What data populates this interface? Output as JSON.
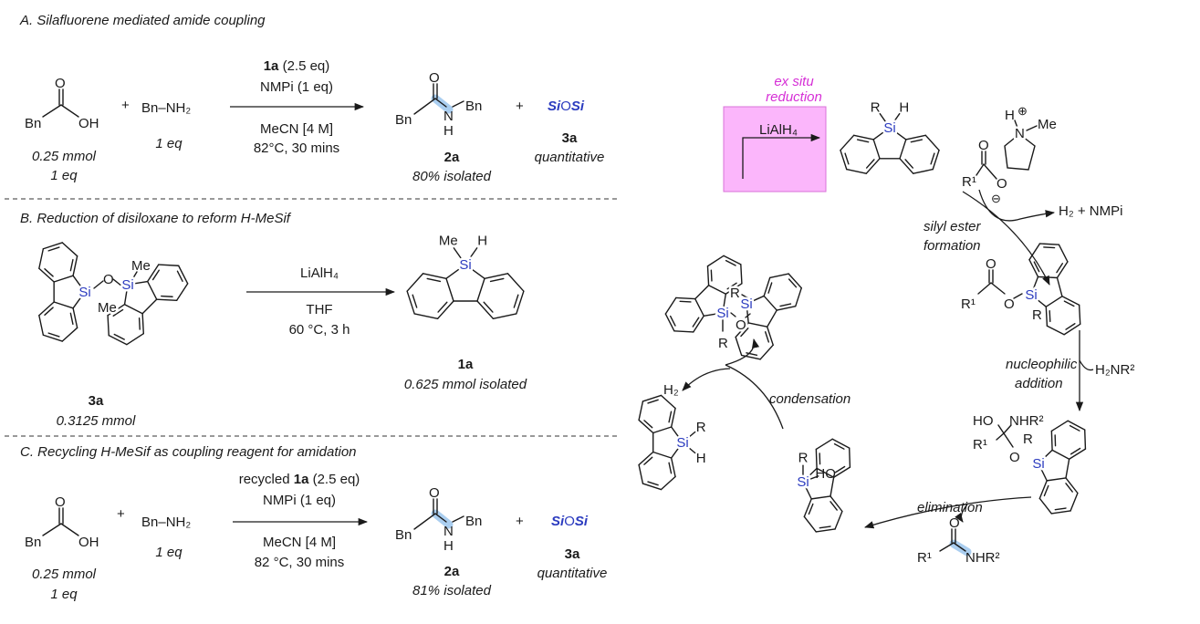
{
  "panel_a": {
    "title": "A. Silafluorene mediated amide coupling",
    "acid": {
      "o": "O",
      "bn": "Bn",
      "oh": "OH",
      "amount": "0.25 mmol",
      "eq": "1 eq"
    },
    "plus1": "+",
    "amine": "Bn–NH₂",
    "amine_eq": "1 eq",
    "conditions": {
      "reagent": "1a",
      "reagent_eq": " (2.5 eq)",
      "base": "NMPi (1 eq)",
      "solvent": "MeCN [4 M]",
      "temp": "82°C, 30 mins"
    },
    "product": {
      "o": "O",
      "bn1": "Bn",
      "n": "N",
      "h": "H",
      "bn2": "Bn",
      "id": "2a",
      "yield": "80% isolated"
    },
    "plus2": "+",
    "byproduct": {
      "si1": "Si",
      "o": "O",
      "si2": "Si",
      "id": "3a",
      "yield": "quantitative"
    }
  },
  "panel_b": {
    "title": "B. Reduction of disiloxane to reform H-MeSif",
    "start": {
      "si1": "Si",
      "o": "O",
      "si2": "Si",
      "me1": "Me",
      "me2": "Me",
      "id": "3a",
      "amount": "0.3125 mmol"
    },
    "conditions": {
      "reagent": "LiAlH₄",
      "solvent": "THF",
      "temp": "60 °C, 3 h"
    },
    "product": {
      "si": "Si",
      "me": "Me",
      "h": "H",
      "id": "1a",
      "amount": "0.625 mmol isolated"
    }
  },
  "panel_c": {
    "title": "C. Recycling H-MeSif as coupling reagent for amidation",
    "acid": {
      "o": "O",
      "bn": "Bn",
      "oh": "OH",
      "amount": "0.25 mmol",
      "eq": "1 eq"
    },
    "plus1": "+",
    "amine": "Bn–NH₂",
    "amine_eq": "1 eq",
    "conditions": {
      "prefix": "recycled ",
      "reagent": "1a",
      "reagent_eq": " (2.5 eq)",
      "base": "NMPi (1 eq)",
      "solvent": "MeCN [4 M]",
      "temp": "82 °C, 30 mins"
    },
    "product": {
      "o": "O",
      "bn1": "Bn",
      "n": "N",
      "h": "H",
      "bn2": "Bn",
      "id": "2a",
      "yield": "81% isolated"
    },
    "plus2": "+",
    "byproduct": {
      "si1": "Si",
      "o": "O",
      "si2": "Si",
      "id": "3a",
      "yield": "quantitative"
    }
  },
  "cycle": {
    "ex_situ": {
      "line1": "ex situ",
      "line2": "reduction",
      "reagent": "LiAlH₄",
      "box_color": "#fbb6fb",
      "text_color": "#d62fd6"
    },
    "silane_top": {
      "r": "R",
      "h": "H",
      "si": "Si"
    },
    "nmpi_ion": {
      "h": "H",
      "plus": "⊕",
      "n": "N",
      "me": "Me"
    },
    "carboxylate": {
      "o1": "O",
      "r1": "R¹",
      "o2": "O",
      "minus": "⊖"
    },
    "byproduct": "H₂ + NMPi",
    "step1": {
      "line1": "silyl ester",
      "line2": "formation"
    },
    "silyl_ester": {
      "o1": "O",
      "r1": "R¹",
      "o2": "O",
      "si": "Si",
      "r": "R"
    },
    "step2": {
      "line1": "nucleophilic",
      "line2": "addition",
      "reagent": "H₂NR²"
    },
    "tetrahedral": {
      "ho": "HO",
      "nhr": "NHR²",
      "r1": "R¹",
      "r": "R",
      "o": "O",
      "si": "Si"
    },
    "step3": "elimination",
    "amide": {
      "o": "O",
      "r1": "R¹",
      "nhr": "NHR²"
    },
    "silanol": {
      "r": "R",
      "ho": "HO",
      "si": "Si"
    },
    "silane_left": {
      "r": "R",
      "h": "H",
      "si": "Si"
    },
    "step4": "condensation",
    "h2": "H₂",
    "disiloxane": {
      "si1": "Si",
      "r1": "R",
      "o": "O",
      "r2": "R",
      "si2": "Si"
    },
    "highlight_color": "#9cc6ee",
    "si_color": "#2b3bbf"
  }
}
